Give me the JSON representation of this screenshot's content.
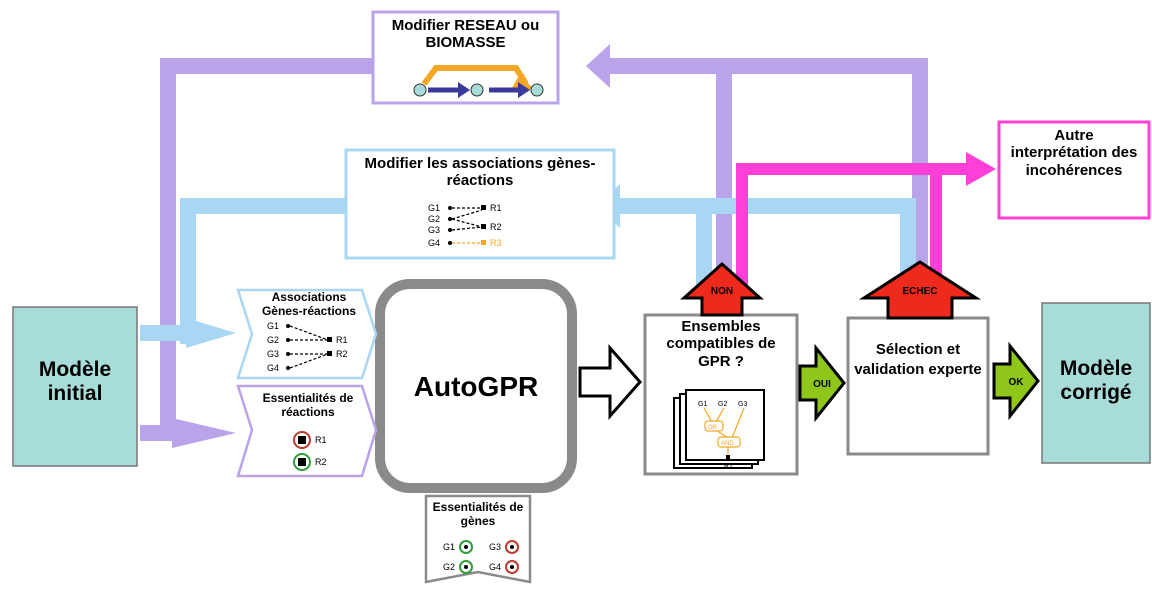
{
  "colors": {
    "purple": "#b9a4ea",
    "blue": "#a9d6f2",
    "magenta": "#ff3fd8",
    "teal": "#a8dcd8",
    "red": "#ee2a1c",
    "green": "#8ec61a",
    "orange": "#f5a623",
    "navy": "#3a3a9a",
    "gray": "#8a8a8a"
  },
  "boxes": {
    "initial_model": "Modèle initial",
    "corrected_model": "Modèle corrigé",
    "modify_network": "Modifier RESEAU ou BIOMASSE",
    "modify_associations": "Modifier les associations gènes-réactions",
    "other_interpretation": "Autre interprétation des incohérences",
    "autogpr": "AutoGPR",
    "compatible_sets": "Ensembles compatibles de GPR ?",
    "selection": "Sélection et validation experte",
    "input_associations": "Associations Gènes-réactions",
    "input_reaction_essentialities": "Essentialités de réactions",
    "input_gene_essentialities": "Essentialités de gènes"
  },
  "arrow_labels": {
    "non": "NON",
    "echec": "ECHEC",
    "oui": "OUI",
    "ok": "OK"
  },
  "icons": {
    "genes": [
      "G1",
      "G2",
      "G3",
      "G4"
    ],
    "reactions": [
      "R1",
      "R2",
      "R3"
    ],
    "gpr_operators": [
      "OR",
      "AND"
    ]
  }
}
